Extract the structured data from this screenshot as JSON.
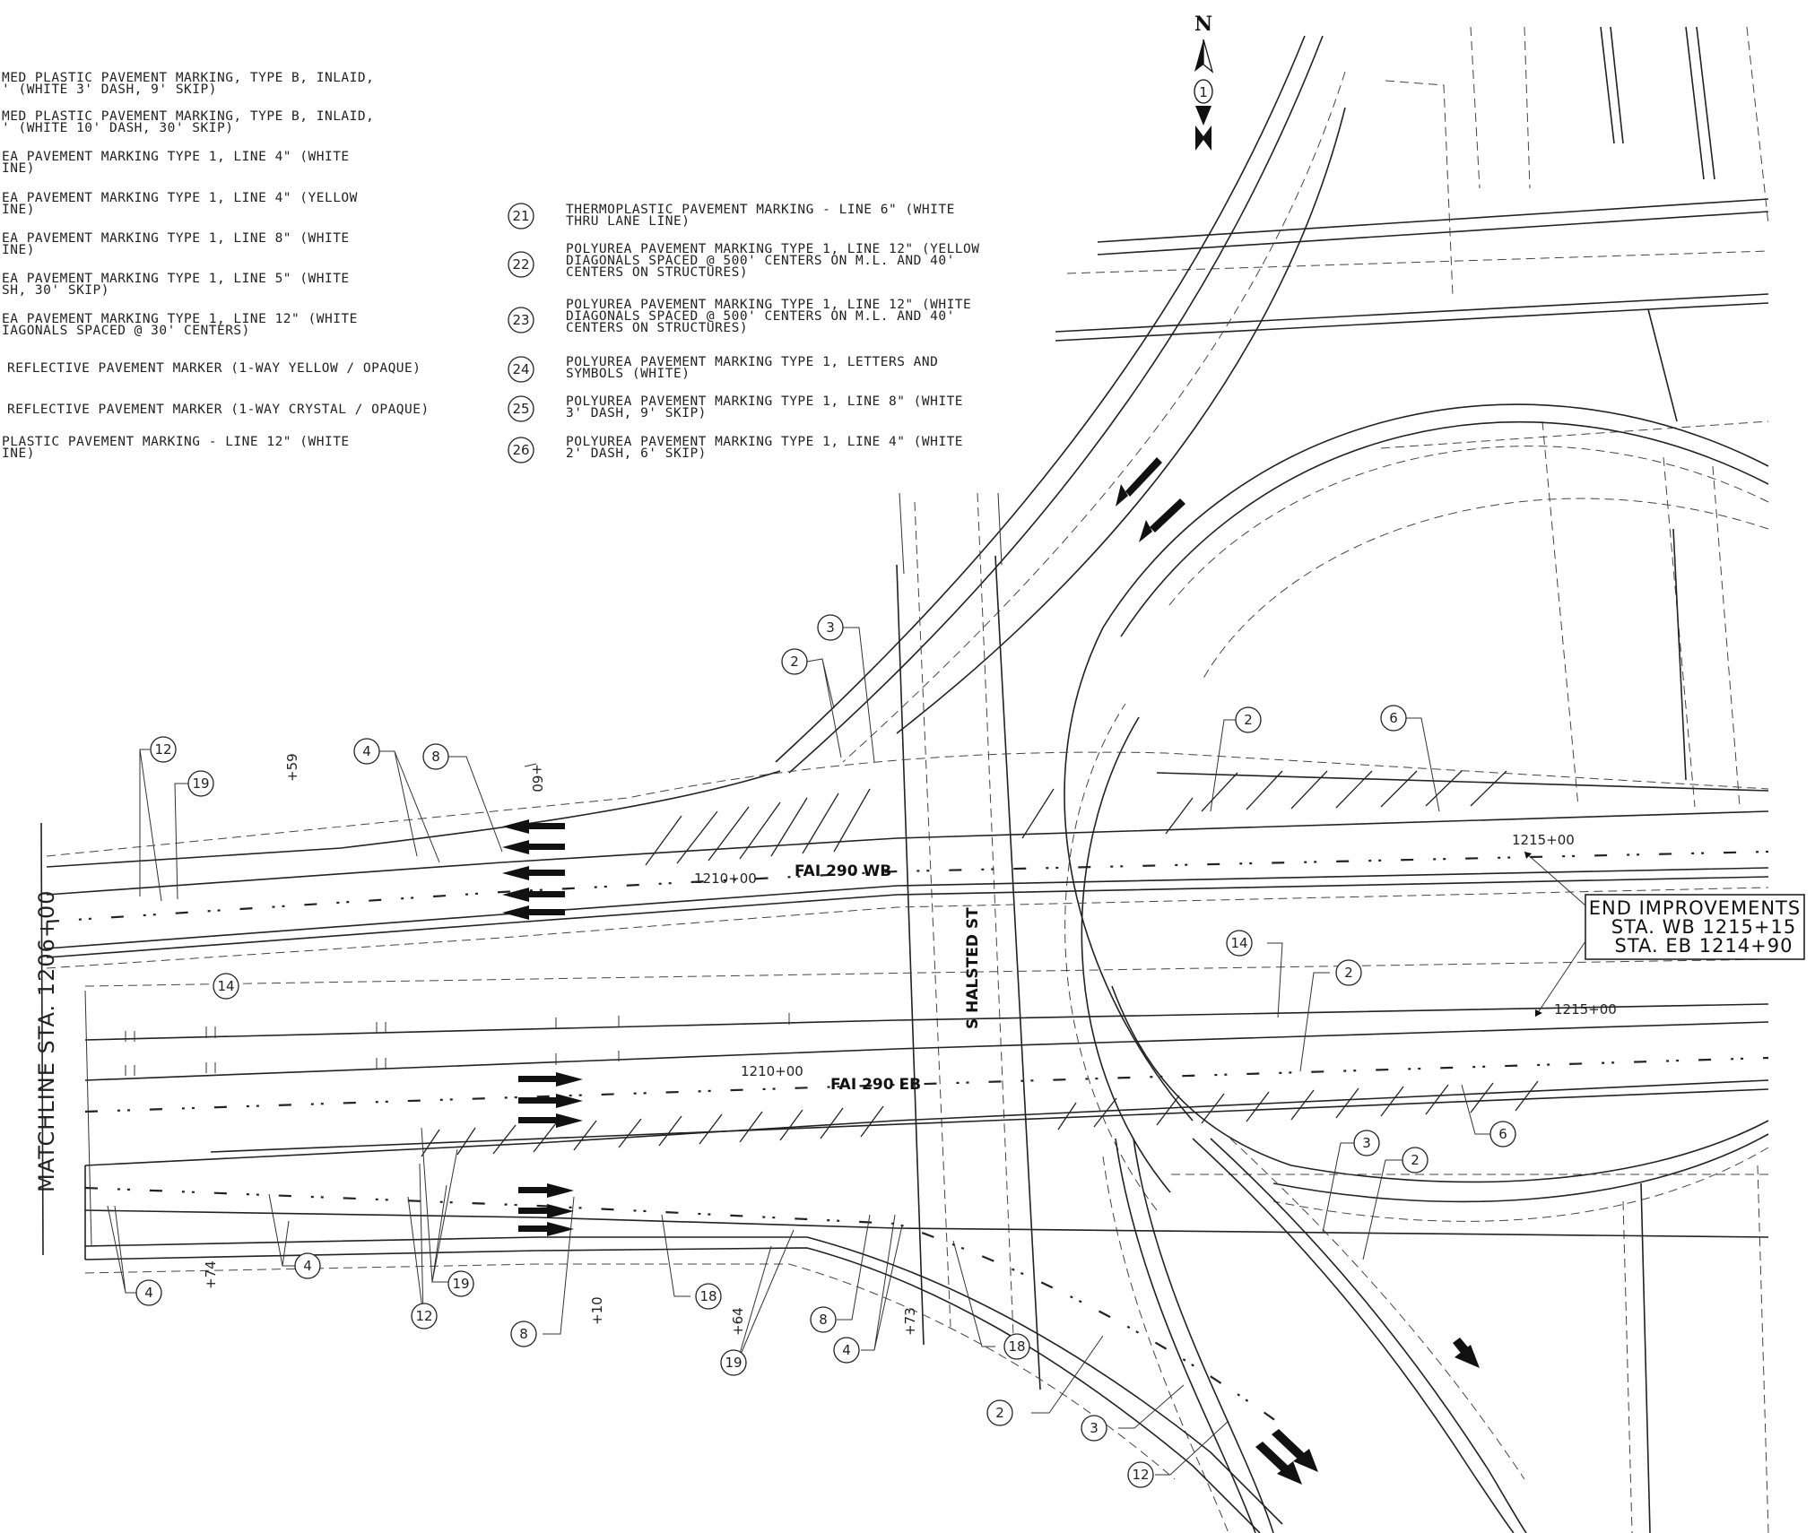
{
  "legend_left": [
    {
      "lines": [
        "MED PLASTIC PAVEMENT MARKING, TYPE B, INLAID,",
        "' (WHITE 3' DASH, 9' SKIP)"
      ]
    },
    {
      "lines": [
        "MED PLASTIC PAVEMENT MARKING, TYPE B, INLAID,",
        "' (WHITE 10' DASH, 30' SKIP)"
      ]
    },
    {
      "lines": [
        "EA PAVEMENT MARKING TYPE 1, LINE 4\" (WHITE",
        "INE)"
      ]
    },
    {
      "lines": [
        "EA PAVEMENT MARKING TYPE 1, LINE 4\" (YELLOW",
        "INE)"
      ]
    },
    {
      "lines": [
        "EA PAVEMENT MARKING TYPE 1, LINE 8\" (WHITE",
        "INE)"
      ]
    },
    {
      "lines": [
        "EA PAVEMENT MARKING TYPE 1, LINE 5\" (WHITE",
        "SH, 30' SKIP)"
      ]
    },
    {
      "lines": [
        "EA PAVEMENT MARKING TYPE 1, LINE 12\" (WHITE",
        "IAGONALS SPACED @ 30' CENTERS)"
      ]
    },
    {
      "lines": [
        "REFLECTIVE PAVEMENT MARKER (1-WAY YELLOW / OPAQUE)"
      ]
    },
    {
      "lines": [
        "REFLECTIVE PAVEMENT MARKER (1-WAY CRYSTAL / OPAQUE)"
      ]
    },
    {
      "lines": [
        "PLASTIC PAVEMENT MARKING - LINE 12\" (WHITE",
        "INE)"
      ]
    }
  ],
  "legend_right": [
    {
      "num": "21",
      "lines": [
        "THERMOPLASTIC PAVEMENT MARKING - LINE 6\" (WHITE",
        "THRU LANE LINE)"
      ]
    },
    {
      "num": "22",
      "lines": [
        "POLYUREA PAVEMENT MARKING TYPE 1, LINE 12\" (YELLOW",
        "DIAGONALS SPACED @ 500' CENTERS ON M.L. AND 40'",
        "CENTERS ON STRUCTURES)"
      ]
    },
    {
      "num": "23",
      "lines": [
        "POLYUREA PAVEMENT MARKING TYPE 1, LINE 12\" (WHITE",
        "DIAGONALS SPACED @ 500' CENTERS ON M.L. AND 40'",
        "CENTERS ON STRUCTURES)"
      ]
    },
    {
      "num": "24",
      "lines": [
        "POLYUREA PAVEMENT MARKING TYPE 1, LETTERS AND",
        "SYMBOLS (WHITE)"
      ]
    },
    {
      "num": "25",
      "lines": [
        "POLYUREA PAVEMENT MARKING TYPE 1, LINE 8\" (WHITE",
        "3' DASH, 9' SKIP)"
      ]
    },
    {
      "num": "26",
      "lines": [
        "POLYUREA PAVEMENT MARKING TYPE 1, LINE 4\" (WHITE",
        "2' DASH, 6' SKIP)"
      ]
    }
  ],
  "north_arrow": {
    "letter": "N",
    "route": "1"
  },
  "matchline": "MATCHLINE STA. 1206+00",
  "road_labels": {
    "wb": "FAI 290 WB",
    "eb": "FAI 290 EB",
    "cross": "S HALSTED ST"
  },
  "stations": {
    "wb_1210": "1210+00",
    "eb_1210": "1210+00",
    "wb_1215": "1215+00",
    "eb_1215": "1215+00",
    "p59": "+59",
    "p60": "+60",
    "p74": "+74",
    "p10": "+10",
    "p64": "+64",
    "p73": "+73"
  },
  "end_box": [
    "END IMPROVEMENTS",
    "STA. WB 1215+15",
    "STA. EB 1214+90"
  ],
  "callouts": {
    "c12a": "12",
    "c19a": "19",
    "c4a": "4",
    "c8a": "8",
    "c2a": "2",
    "c3a": "3",
    "c2b": "2",
    "c6a": "6",
    "c14a": "14",
    "c14b": "14",
    "c2c": "2",
    "c6b": "6",
    "c3b": "3",
    "c2d": "2",
    "c4b": "4",
    "c4c": "4",
    "c19b": "19",
    "c12b": "12",
    "c8b": "8",
    "c18a": "18",
    "c19c": "19",
    "c8c": "8",
    "c4d": "4",
    "c18b": "18",
    "c2e": "2",
    "c3c": "3",
    "c12c": "12"
  }
}
